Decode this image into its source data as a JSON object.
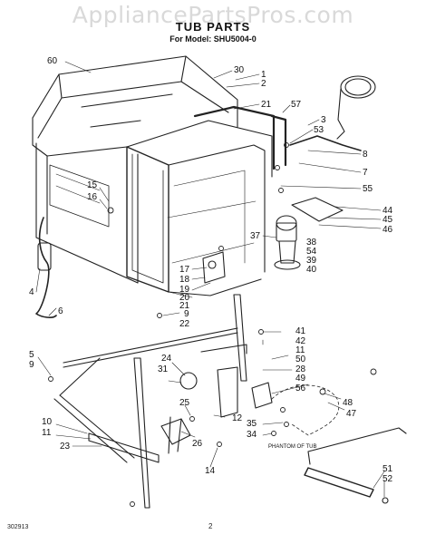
{
  "watermark": "AppliancePartsPros.com",
  "header": {
    "title": "TUB PARTS",
    "model": "For Model: SHU5004-0"
  },
  "annotation": "PHANTOM OF TUB",
  "footer": {
    "code": "302913",
    "page": "2"
  },
  "callouts": [
    {
      "id": "c60",
      "text": "60"
    },
    {
      "id": "c30",
      "text": "30"
    },
    {
      "id": "c1",
      "text": "1"
    },
    {
      "id": "c2",
      "text": "2"
    },
    {
      "id": "c21a",
      "text": "21"
    },
    {
      "id": "c57",
      "text": "57"
    },
    {
      "id": "c3",
      "text": "3"
    },
    {
      "id": "c53",
      "text": "53"
    },
    {
      "id": "c8",
      "text": "8"
    },
    {
      "id": "c7",
      "text": "7"
    },
    {
      "id": "c55",
      "text": "55"
    },
    {
      "id": "c15",
      "text": "15"
    },
    {
      "id": "c16",
      "text": "16"
    },
    {
      "id": "c44",
      "text": "44"
    },
    {
      "id": "c45",
      "text": "45"
    },
    {
      "id": "c46",
      "text": "46"
    },
    {
      "id": "c37",
      "text": "37"
    },
    {
      "id": "c38",
      "text": "38"
    },
    {
      "id": "c54",
      "text": "54"
    },
    {
      "id": "c39",
      "text": "39"
    },
    {
      "id": "c40",
      "text": "40"
    },
    {
      "id": "c17",
      "text": "17"
    },
    {
      "id": "c18",
      "text": "18"
    },
    {
      "id": "c19",
      "text": "19"
    },
    {
      "id": "c20",
      "text": "20"
    },
    {
      "id": "c21b",
      "text": "21"
    },
    {
      "id": "c9a",
      "text": "9"
    },
    {
      "id": "c22",
      "text": "22"
    },
    {
      "id": "c4",
      "text": "4"
    },
    {
      "id": "c6",
      "text": "6"
    },
    {
      "id": "c5",
      "text": "5"
    },
    {
      "id": "c9b",
      "text": "9"
    },
    {
      "id": "c41",
      "text": "41"
    },
    {
      "id": "c42",
      "text": "42"
    },
    {
      "id": "c11a",
      "text": "11"
    },
    {
      "id": "c50",
      "text": "50"
    },
    {
      "id": "c28",
      "text": "28"
    },
    {
      "id": "c49",
      "text": "49"
    },
    {
      "id": "c56",
      "text": "56"
    },
    {
      "id": "c48",
      "text": "48"
    },
    {
      "id": "c47",
      "text": "47"
    },
    {
      "id": "c24",
      "text": "24"
    },
    {
      "id": "c31",
      "text": "31"
    },
    {
      "id": "c25",
      "text": "25"
    },
    {
      "id": "c26",
      "text": "26"
    },
    {
      "id": "c12",
      "text": "12"
    },
    {
      "id": "c35",
      "text": "35"
    },
    {
      "id": "c34",
      "text": "34"
    },
    {
      "id": "c10",
      "text": "10"
    },
    {
      "id": "c11b",
      "text": "11"
    },
    {
      "id": "c23",
      "text": "23"
    },
    {
      "id": "c14",
      "text": "14"
    },
    {
      "id": "c51",
      "text": "51"
    },
    {
      "id": "c52",
      "text": "52"
    }
  ]
}
